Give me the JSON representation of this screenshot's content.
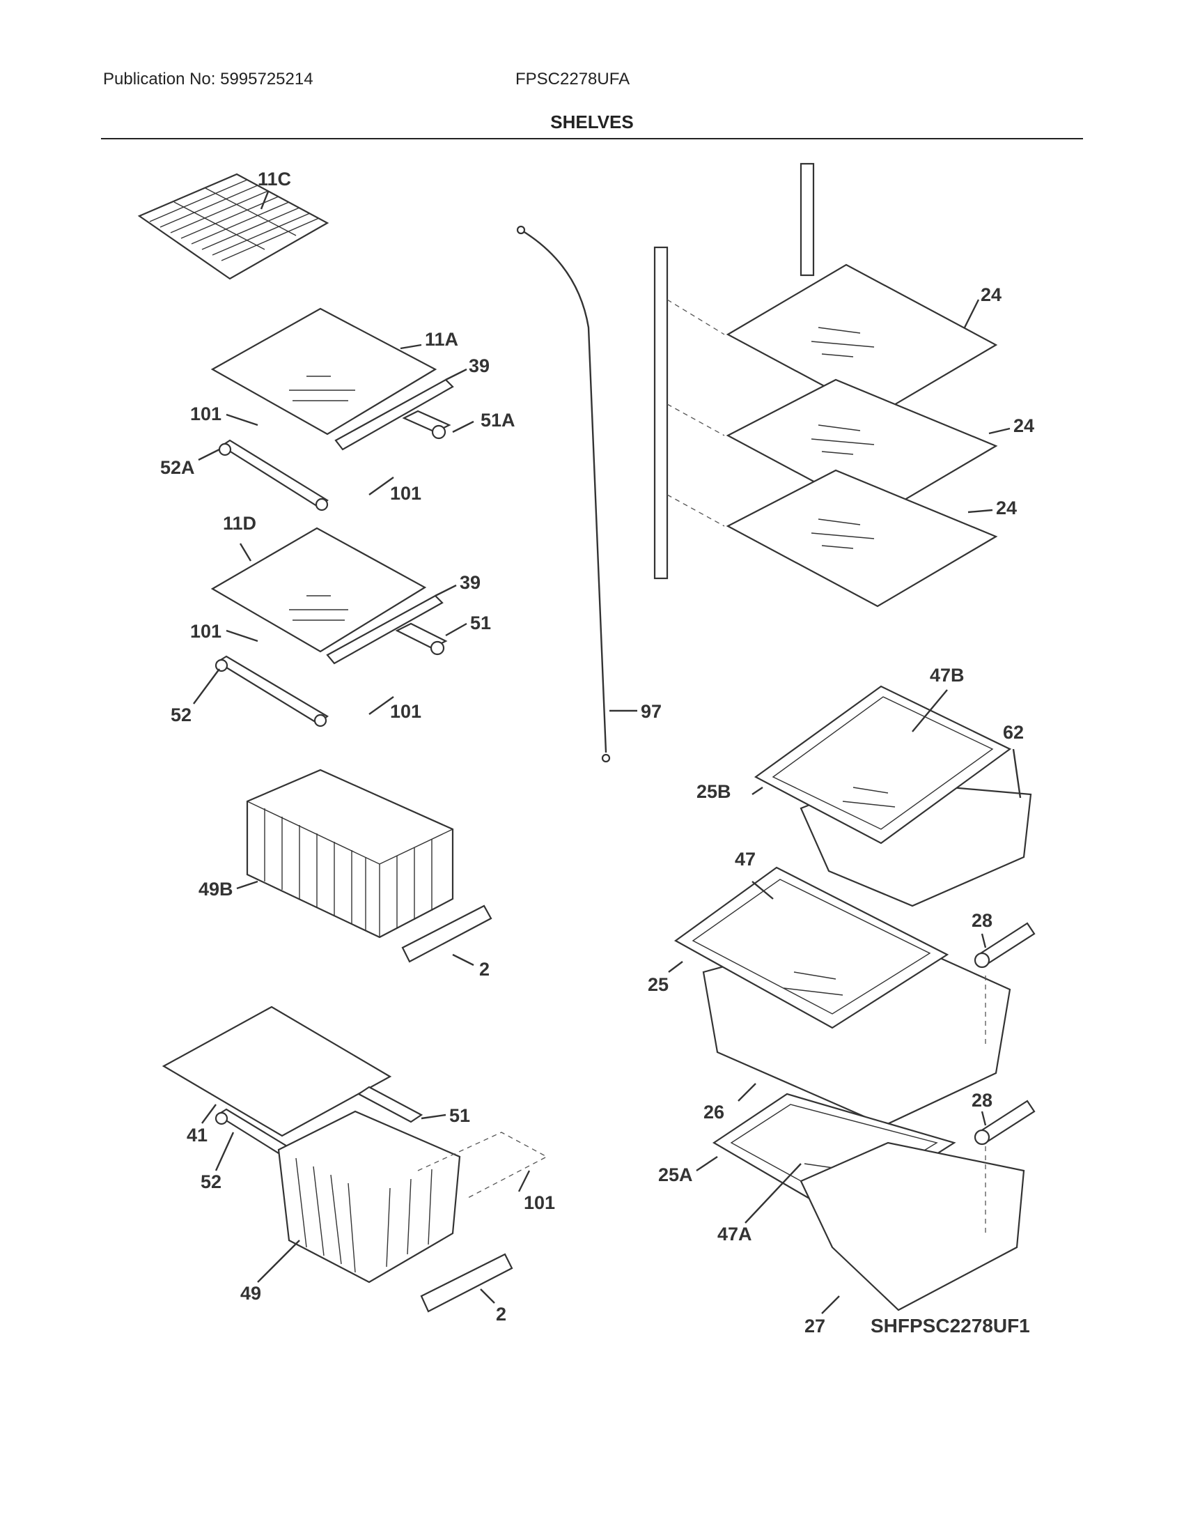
{
  "header": {
    "publication": "Publication No: 5995725214",
    "model": "FPSC2278UFA",
    "title": "SHELVES"
  },
  "diagram_code": "SHFPSC2278UF1",
  "callouts": {
    "c11C": "11C",
    "c11A": "11A",
    "c39a": "39",
    "c101a": "101",
    "c51A": "51A",
    "c52A": "52A",
    "c101b": "101",
    "c11D": "11D",
    "c39b": "39",
    "c101c": "101",
    "c51a": "51",
    "c52a": "52",
    "c101d": "101",
    "c49B": "49B",
    "c2a": "2",
    "c41": "41",
    "c51b": "51",
    "c52b": "52",
    "c101e": "101",
    "c49": "49",
    "c2b": "2",
    "c97": "97",
    "c24a": "24",
    "c24b": "24",
    "c24c": "24",
    "c47B": "47B",
    "c62": "62",
    "c25B": "25B",
    "c47": "47",
    "c28a": "28",
    "c25": "25",
    "c26": "26",
    "c28b": "28",
    "c25A": "25A",
    "c47A": "47A",
    "c27": "27"
  }
}
